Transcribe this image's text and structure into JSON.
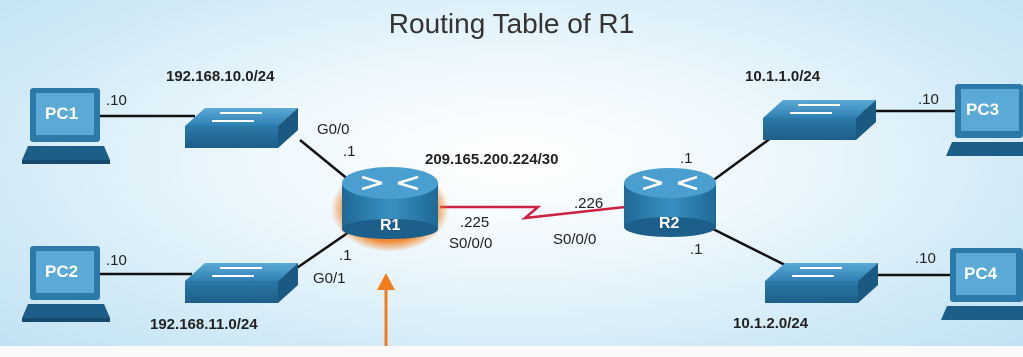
{
  "title": "Routing Table of R1",
  "devices": {
    "pc1": {
      "label": "PC1",
      "host": ".10"
    },
    "pc2": {
      "label": "PC2",
      "host": ".10"
    },
    "pc3": {
      "label": "PC3",
      "host": ".10"
    },
    "pc4": {
      "label": "PC4",
      "host": ".10"
    },
    "r1": {
      "label": "R1"
    },
    "r2": {
      "label": "R2"
    }
  },
  "networks": {
    "lan1": "192.168.10.0/24",
    "lan2": "192.168.11.0/24",
    "lan3": "10.1.1.0/24",
    "lan4": "10.1.2.0/24",
    "wan": "209.165.200.224/30"
  },
  "interfaces": {
    "r1_g00": {
      "name": "G0/0",
      "ip": ".1"
    },
    "r1_g01": {
      "name": "G0/1",
      "ip": ".1"
    },
    "r1_s000": {
      "name": "S0/0/0",
      "ip": ".225"
    },
    "r2_s000": {
      "name": "S0/0/0",
      "ip": ".226"
    },
    "r2_top": {
      "ip": ".1"
    },
    "r2_bottom": {
      "ip": ".1"
    }
  },
  "colors": {
    "highlight": "#f07d1d",
    "serial_link": "#cc2244",
    "device": "#2b79a8"
  }
}
